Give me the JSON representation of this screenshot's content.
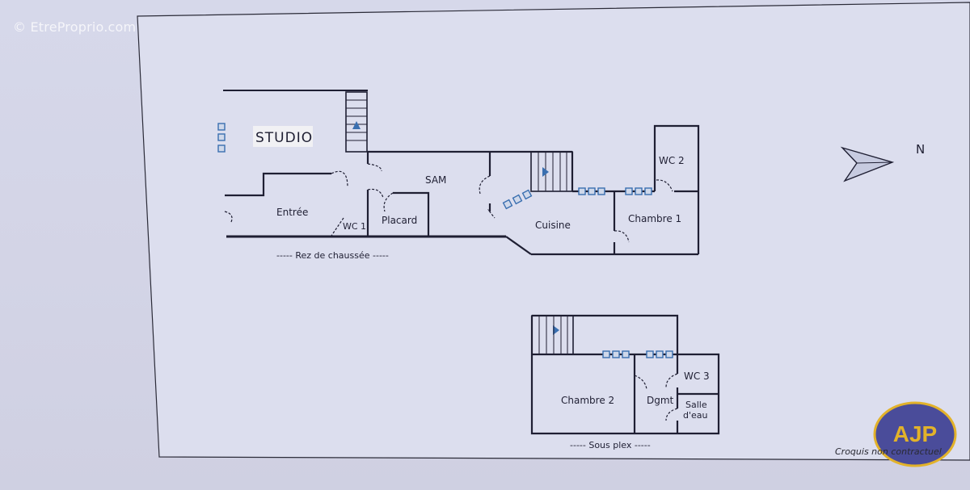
{
  "watermark": "© EtreProprio.com",
  "plan_ground": {
    "caption": "----- Rez de chaussée -----",
    "rooms": {
      "studio": "STUDIO",
      "sam": "SAM",
      "entree": "Entrée",
      "wc1": "WC 1",
      "placard": "Placard",
      "cuisine": "Cuisine",
      "chambre1": "Chambre 1",
      "wc2": "WC 2"
    }
  },
  "plan_upper": {
    "caption": "----- Sous plex -----",
    "rooms": {
      "chambre2": "Chambre 2",
      "dgmt": "Dgmt",
      "wc3": "WC 3",
      "salle_line1": "Salle",
      "salle_line2": "d'eau"
    }
  },
  "compass": {
    "label": "N"
  },
  "stamp": {
    "text": "AJP"
  },
  "note": "Croquis non contractuel",
  "colors": {
    "paper": "#d6d8ea",
    "ink": "#1f1f33",
    "accent": "#3a6fb0",
    "stamp": "#4a4c9a",
    "stamp_ring": "#e2b22a"
  }
}
